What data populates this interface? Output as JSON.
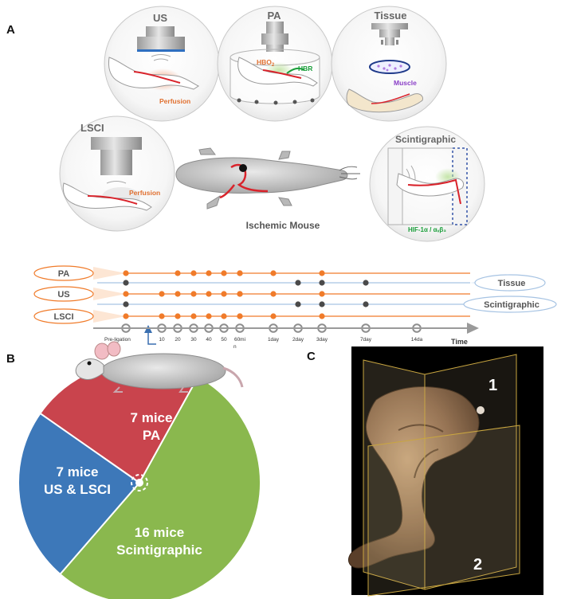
{
  "panel_letters": {
    "a": "A",
    "b": "B",
    "c": "C"
  },
  "modalities": {
    "us": {
      "title": "US",
      "label": "Perfusion"
    },
    "pa": {
      "title": "PA",
      "label_hbo2": "HBO",
      "label_hbo2_sub": "2",
      "label_hbr": "HBR"
    },
    "tissue": {
      "title": "Tissue",
      "label": "Muscle"
    },
    "lsci": {
      "title": "LSCI",
      "label": "Perfusion"
    },
    "scintigraphic": {
      "title": "Scintigraphic",
      "label": "HIF-1α / αᵥβ₃"
    },
    "center": {
      "label": "Ischemic Mouse"
    }
  },
  "timeline": {
    "left_rows": [
      "PA",
      "US",
      "LSCI"
    ],
    "right_rows": [
      "Tissue",
      "Scintigraphic"
    ],
    "time_label": "Time",
    "ticks": [
      "Pre-ligation",
      "10",
      "20",
      "30",
      "40",
      "50",
      "60mi",
      "n",
      "1day",
      "2day",
      "3day",
      "7day",
      "14da"
    ],
    "schedule": {
      "PA": [
        0,
        2,
        3,
        4,
        5,
        6,
        7,
        8,
        10
      ],
      "Tissue": [
        0,
        9,
        10,
        11
      ],
      "US": [
        0,
        1,
        2,
        3,
        4,
        5,
        6,
        7,
        8,
        10
      ],
      "Scintigraphic": [
        0,
        9,
        10,
        11
      ],
      "LSCI": [
        0,
        1,
        2,
        3,
        4,
        5,
        6,
        7,
        8,
        10
      ]
    }
  },
  "pie": {
    "slices": [
      {
        "line1": "7 mice",
        "line2": "PA",
        "mice": 7,
        "color": "#c9444d"
      },
      {
        "line1": "16 mice",
        "line2": "Scintigraphic",
        "mice": 16,
        "color": "#8ab84e"
      },
      {
        "line1": "7 mice",
        "line2": "US & LSCI",
        "mice": 7,
        "color": "#3d78b9"
      }
    ]
  },
  "ct": {
    "plane1": "1",
    "plane2": "2"
  },
  "colors": {
    "orange": "#f07b2a",
    "blue_line": "#a6c3e3",
    "dark_dot": "#4a4a4a",
    "gray_tick": "#8e8e8e"
  }
}
